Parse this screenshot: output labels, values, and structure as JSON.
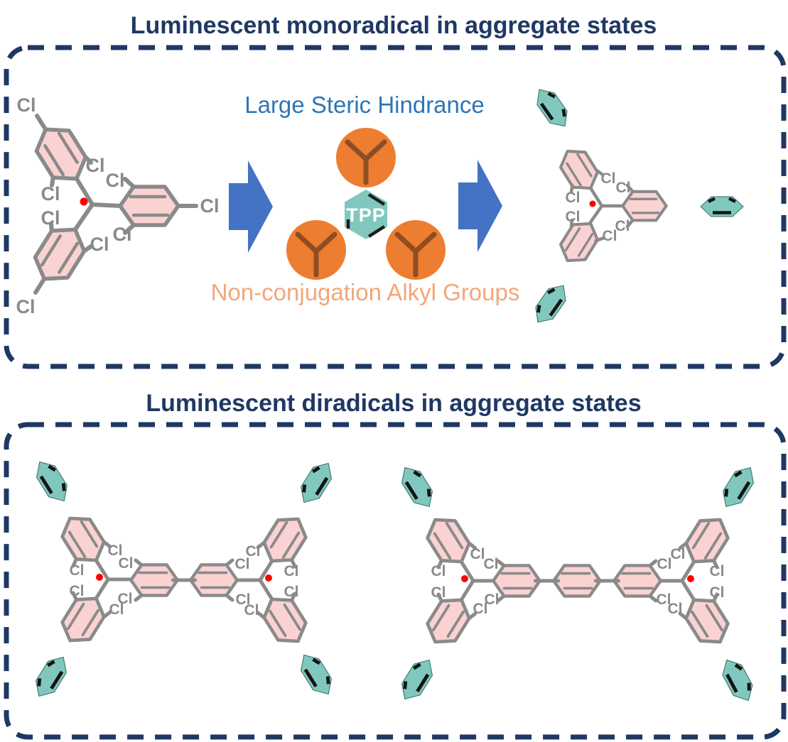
{
  "sections": {
    "monoradical": {
      "title": "Luminescent monoradical in aggregate states",
      "steric_label": "Large Steric Hindrance",
      "alkyl_label": "Non-conjugation Alkyl Groups",
      "tpp_label": "TPP"
    },
    "diradical": {
      "title": "Luminescent diradicals in aggregate states"
    }
  },
  "labels": {
    "cl": "Cl"
  },
  "colors": {
    "navy": "#1F3864",
    "blue_text": "#2E75B6",
    "orange_text": "#F4A678",
    "arrow_blue": "#4472C4",
    "ball_orange": "#ED7D31",
    "ball_stroke": "#8F4E22",
    "teal": "#80C8BE",
    "teal_mark": "#141414",
    "pink": "#FBD2D2",
    "gray": "#8A8A8A",
    "red": "#FF0000",
    "tpp_text": "#FFFFFF"
  }
}
